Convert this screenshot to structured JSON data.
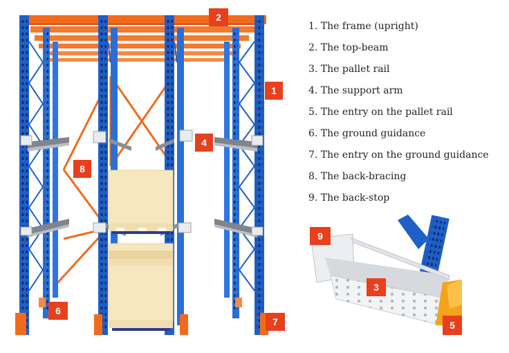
{
  "legend": {
    "items": [
      "1. The frame (upright)",
      "2. The top-beam",
      "3. The pallet rail",
      "4. The support arm",
      "5. The entry on the pallet rail",
      "6. The ground guidance",
      "7. The entry on the ground guidance",
      "8. The back-bracing",
      "9. The back-stop"
    ]
  },
  "badges": {
    "b1": "1",
    "b2": "2",
    "b3": "3",
    "b4": "4",
    "b5": "5",
    "b6": "6",
    "b7": "7",
    "b8": "8",
    "b9": "9"
  },
  "colors": {
    "upright_blue": "#1f5fc7",
    "beam_orange": "#f26b1d",
    "badge_red": "#e8401c",
    "pallet_load": "#f7e7be",
    "rail_grey": "#8a8f96"
  }
}
